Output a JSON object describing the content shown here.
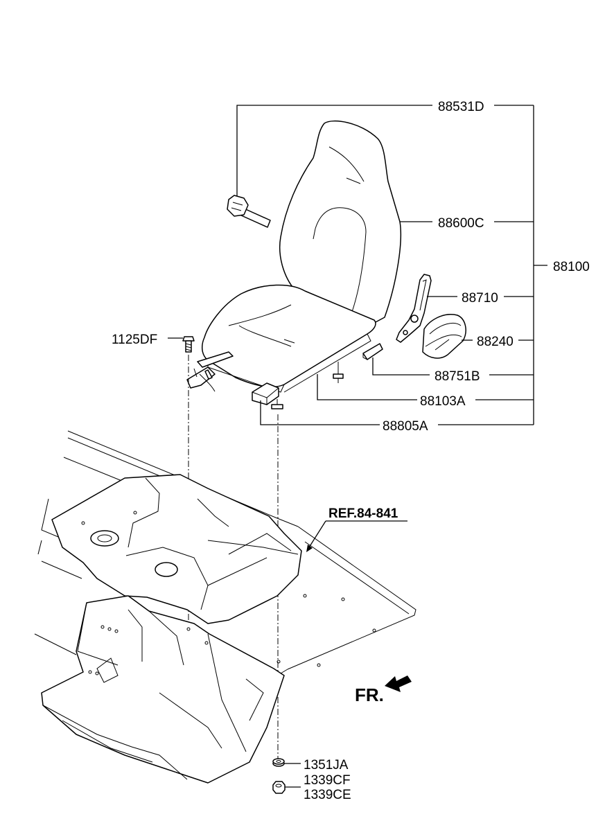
{
  "labels": {
    "p88531D": "88531D",
    "p88600C": "88600C",
    "p88100": "88100",
    "p88710": "88710",
    "p88240": "88240",
    "p88751B": "88751B",
    "p88103A": "88103A",
    "p88805A": "88805A",
    "p1125DF": "1125DF",
    "ref": "REF.84-841",
    "p1351JA": "1351JA",
    "p1339CF": "1339CF",
    "p1339CE": "1339CE",
    "fr": "FR."
  },
  "icons": {
    "front_arrow": "front-direction-arrow-icon"
  }
}
